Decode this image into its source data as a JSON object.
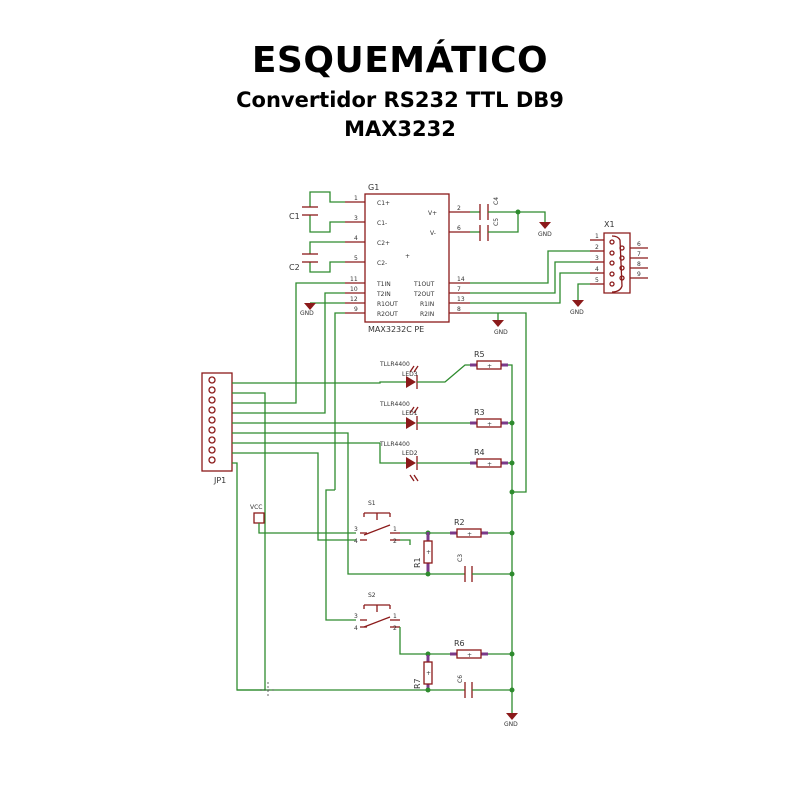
{
  "title": {
    "main": "ESQUEMÁTICO",
    "line2": "Convertidor RS232 TTL DB9",
    "line3": "MAX3232"
  },
  "ic": {
    "name": "G1",
    "part": "MAX3232C PE",
    "left_pins": [
      {
        "num": "1",
        "name": "C1+"
      },
      {
        "num": "3",
        "name": "C1-"
      },
      {
        "num": "4",
        "name": "C2+"
      },
      {
        "num": "5",
        "name": "C2-"
      },
      {
        "num": "11",
        "name": "T1IN"
      },
      {
        "num": "10",
        "name": "T2IN"
      },
      {
        "num": "12",
        "name": "R1OUT"
      },
      {
        "num": "9",
        "name": "R2OUT"
      }
    ],
    "right_pins": [
      {
        "num": "2",
        "name": "V+"
      },
      {
        "num": "6",
        "name": "V-"
      },
      {
        "num": "14",
        "name": "T1OUT"
      },
      {
        "num": "7",
        "name": "T2OUT"
      },
      {
        "num": "13",
        "name": "R1IN"
      },
      {
        "num": "8",
        "name": "R2IN"
      }
    ]
  },
  "components": {
    "c1": "C1",
    "c2": "C2",
    "c3": "C3",
    "c4": "C4",
    "c5": "C5",
    "c6": "C6",
    "r1": "R1",
    "r2": "R2",
    "r3": "R3",
    "r4": "R4",
    "r5": "R5",
    "r6": "R6",
    "r7": "R7",
    "s1": "S1",
    "s2": "S2",
    "jp1": "JP1",
    "x1": "X1",
    "vcc": "VCC",
    "led1": "LED1",
    "led2": "LED2",
    "led3": "LED3",
    "led_part": "TLLR4400",
    "gnd": "GND"
  },
  "db9_pins_left": [
    "1",
    "2",
    "3",
    "4",
    "5"
  ],
  "db9_pins_right": [
    "6",
    "7",
    "8",
    "9"
  ],
  "switch_pins": [
    "3",
    "4",
    "1",
    "2"
  ],
  "colors": {
    "wire": "#2e8b2e",
    "part": "#8b1a1a",
    "resistor_end": "#7a3a8a"
  }
}
